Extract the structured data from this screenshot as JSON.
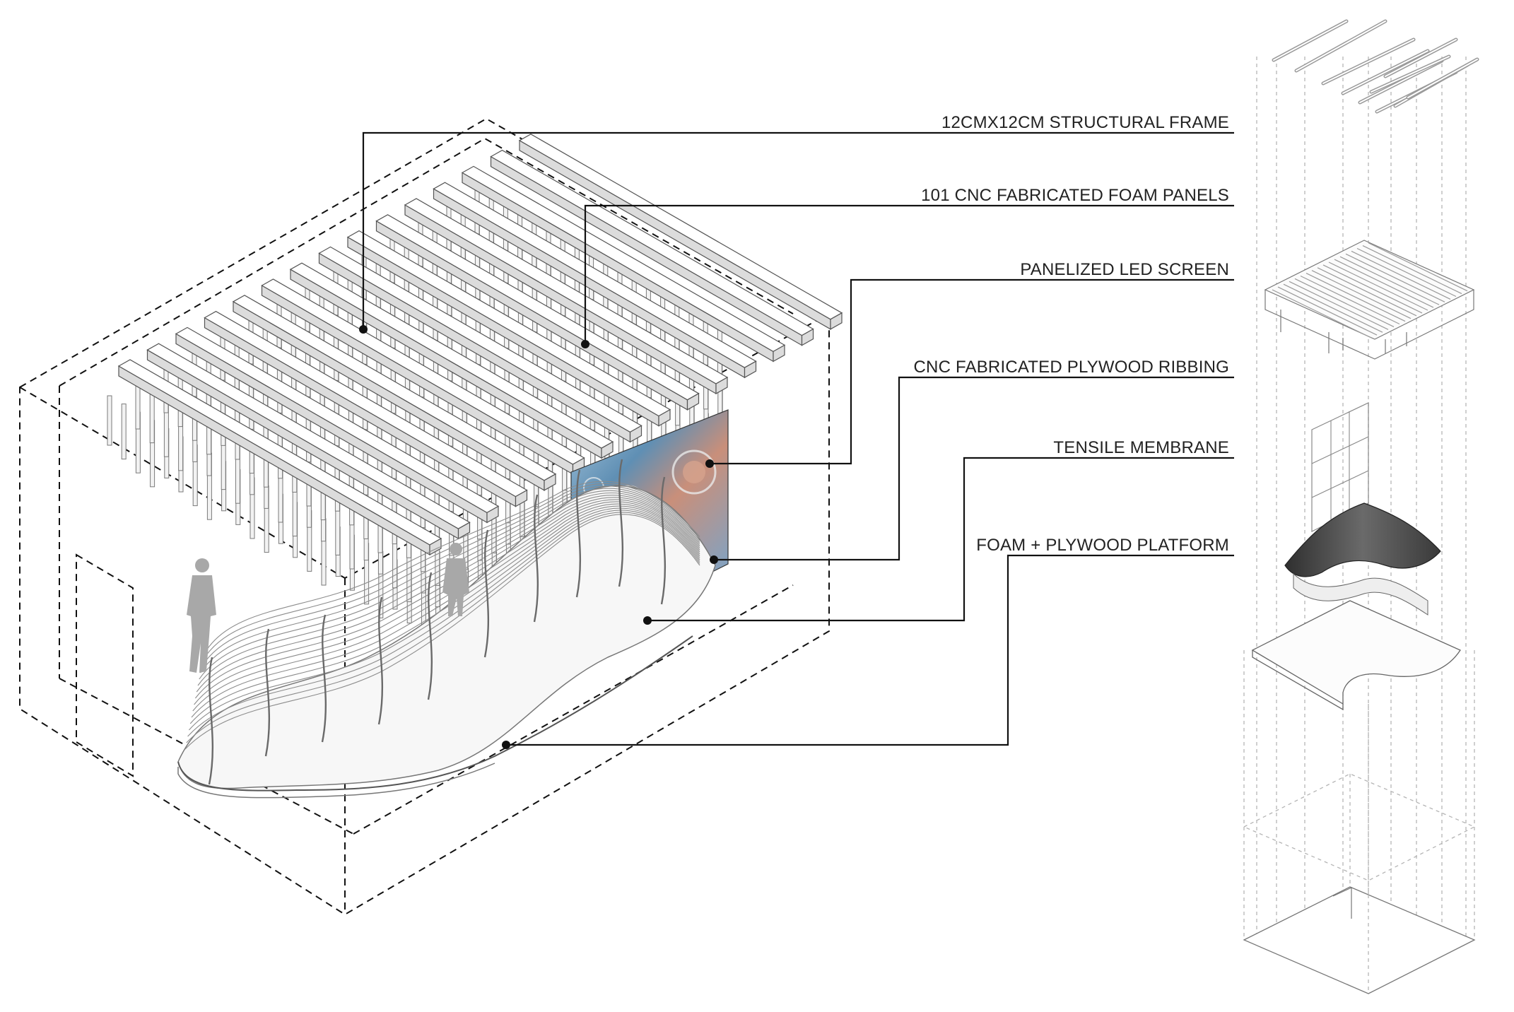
{
  "callouts": [
    {
      "label": "12CMX12CM STRUCTURAL FRAME"
    },
    {
      "label": "101 CNC FABRICATED FOAM PANELS"
    },
    {
      "label": "PANELIZED LED SCREEN"
    },
    {
      "label": "CNC FABRICATED PLYWOOD RIBBING"
    },
    {
      "label": "TENSILE MEMBRANE"
    },
    {
      "label": "FOAM + PLYWOOD PLATFORM"
    }
  ],
  "colors": {
    "line": "#111111",
    "label": "#222222",
    "figure": "#a8a8a8",
    "screen_blue": "#6f9fc0",
    "membrane": "#4a4a4a"
  }
}
